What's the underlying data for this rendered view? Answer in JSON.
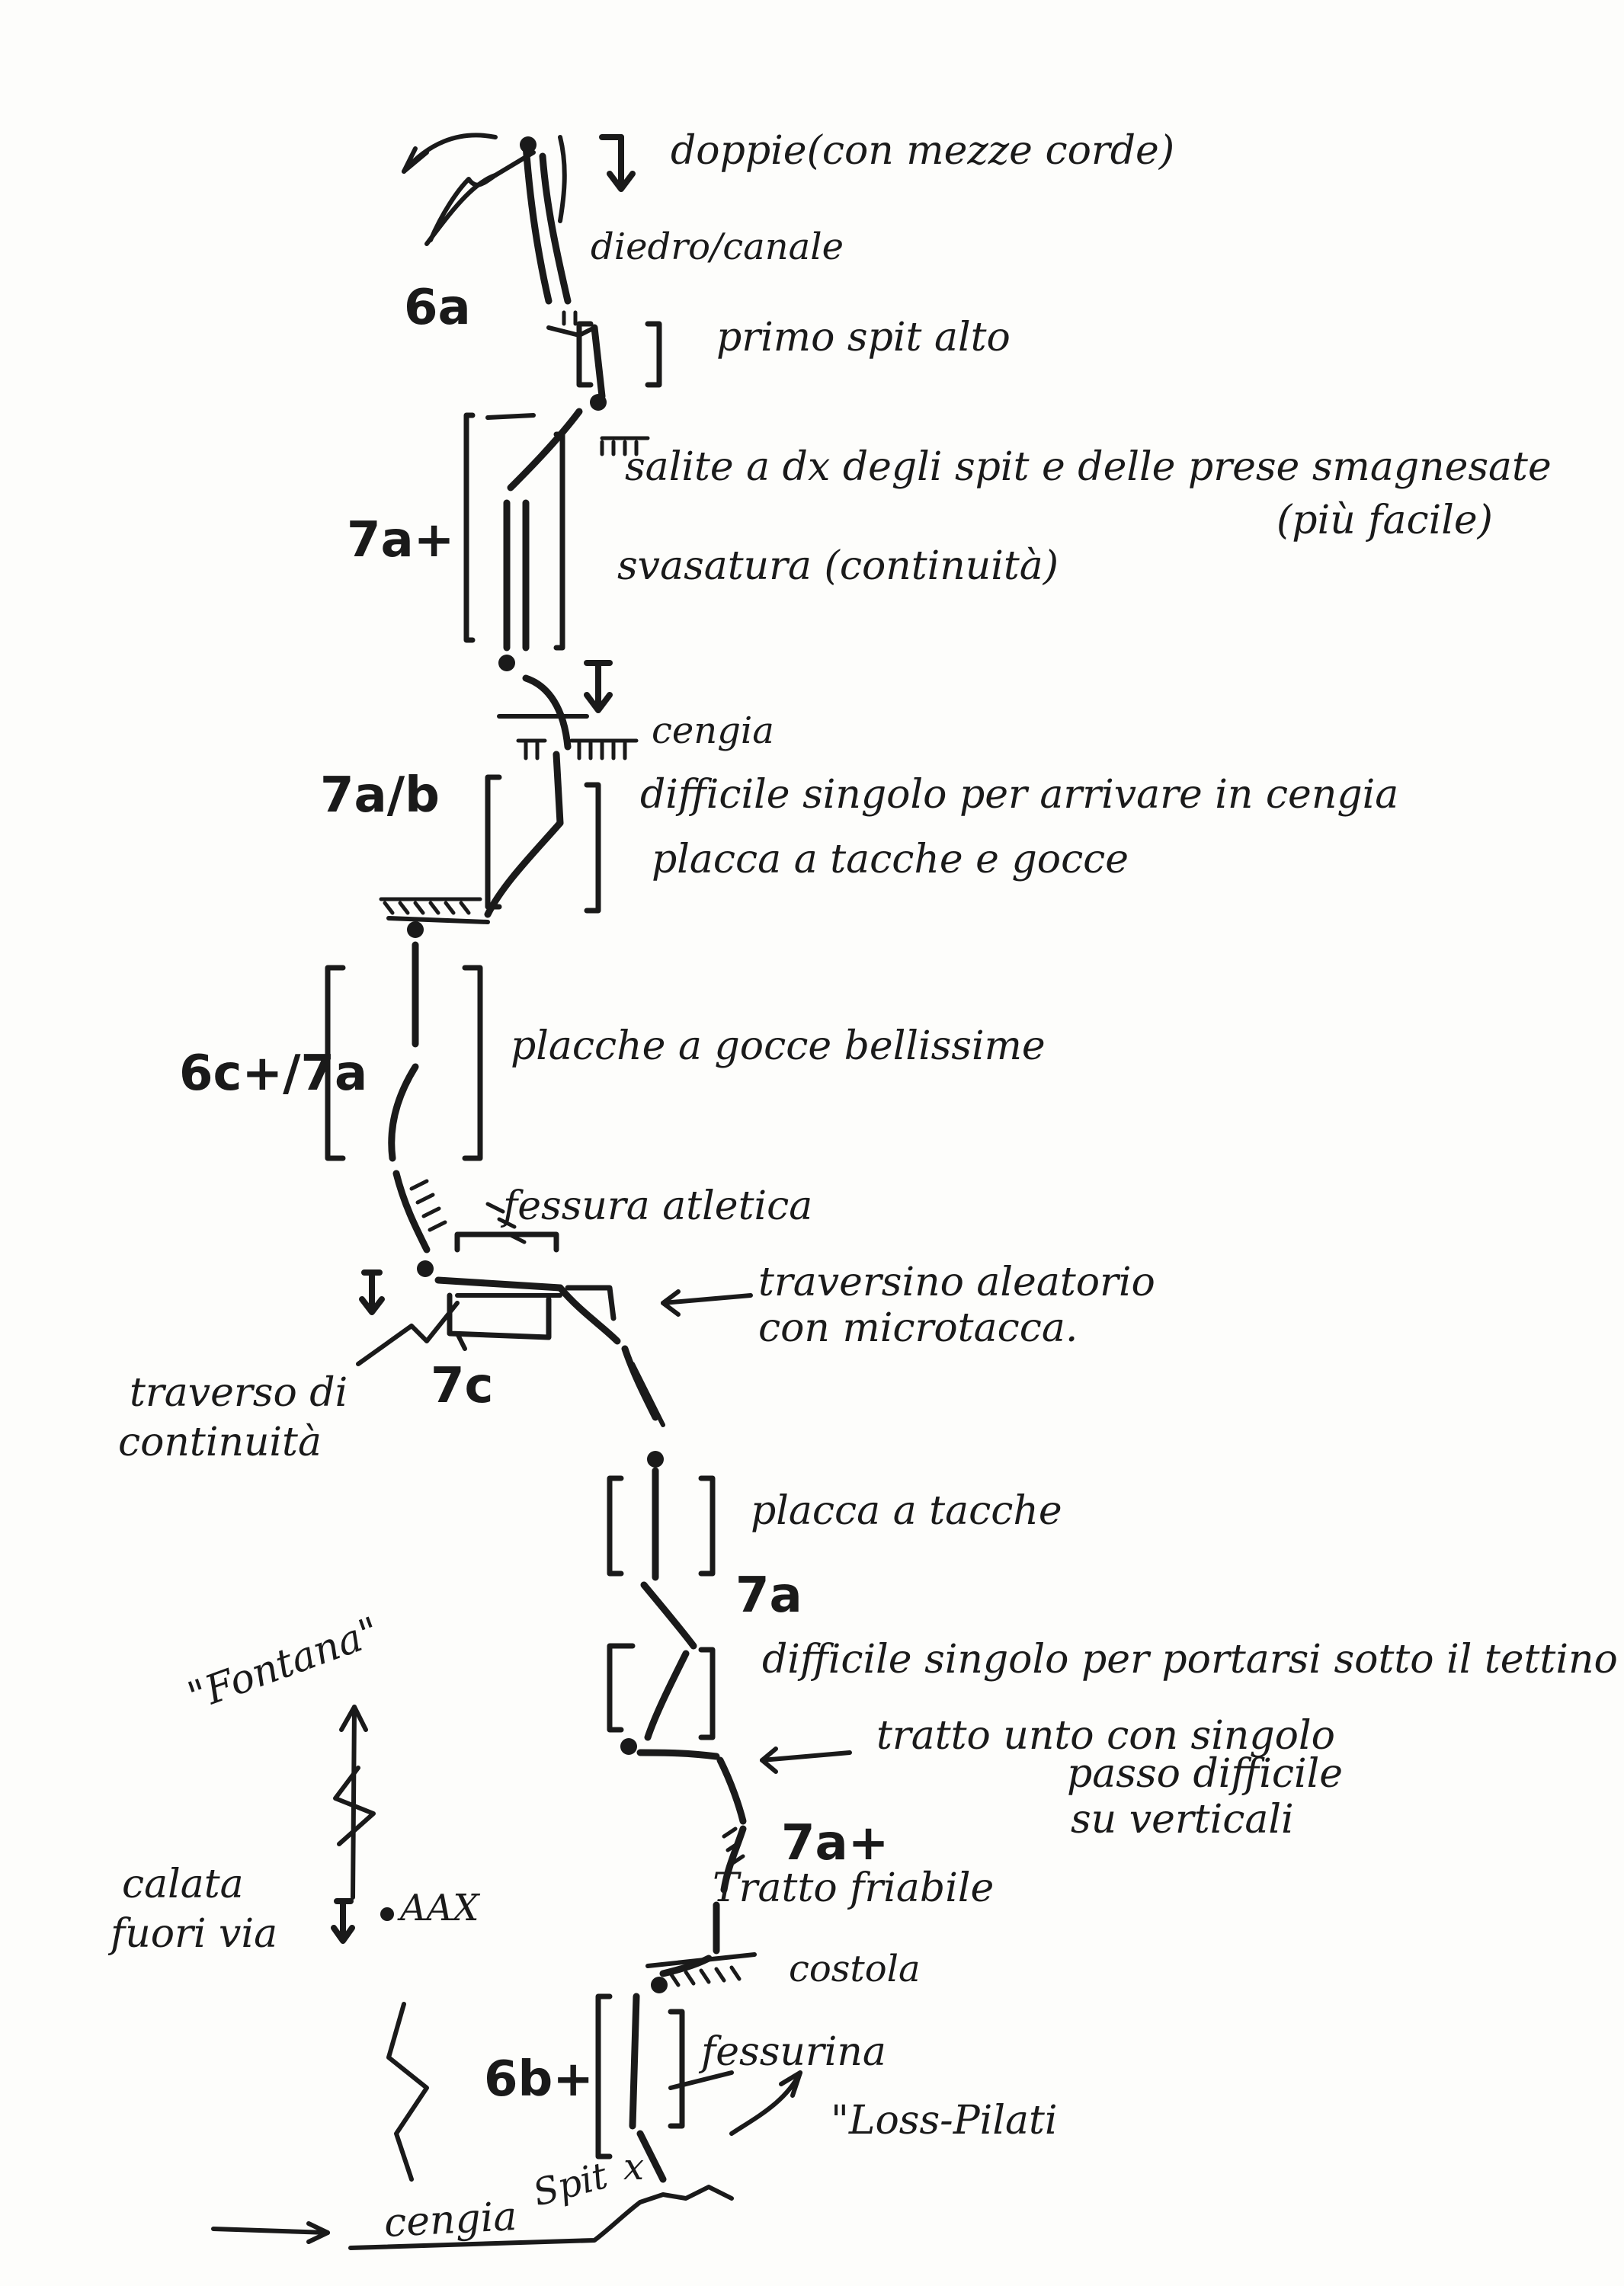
{
  "route": {
    "pitches": [
      {
        "grade": "6a",
        "notes": [
          "doppie(con mezze corde)",
          "diedro/canale",
          "primo spit alto"
        ]
      },
      {
        "grade": "7a+",
        "notes": [
          "salite a dx degli spit e delle prese smagnesate",
          "(più facile)",
          "svasatura (continuità)"
        ]
      },
      {
        "grade": "7a/b",
        "notes": [
          "cengia",
          "difficile singolo per arrivare in cengia",
          "placca a tacche e gocce"
        ]
      },
      {
        "grade": "6c+/7a",
        "notes": [
          "placche a gocce bellissime",
          "fessura atletica"
        ]
      },
      {
        "grade": "7c",
        "notes": [
          "traversino aleatorio",
          "con microtacca.",
          "traverso di",
          "continuità"
        ]
      },
      {
        "grade": "7a",
        "notes": [
          "placca a tacche",
          "difficile singolo per portarsi sotto il tettino",
          "tratto unto con singolo",
          "passo difficile",
          "su verticali"
        ]
      },
      {
        "grade": "7a+",
        "notes": [
          "Tratto friabile",
          "costola"
        ]
      },
      {
        "grade": "6b+",
        "notes": [
          "fessurina"
        ]
      }
    ],
    "labels": {
      "fontana": "\"Fontana\"",
      "calata_1": "calata",
      "calata_2": "fuori via",
      "aax": "AAX",
      "loss_pilati": "\"Loss-Pilati",
      "spit": "Spit",
      "spit_mark": "x",
      "cengia_base": "cengia"
    }
  }
}
